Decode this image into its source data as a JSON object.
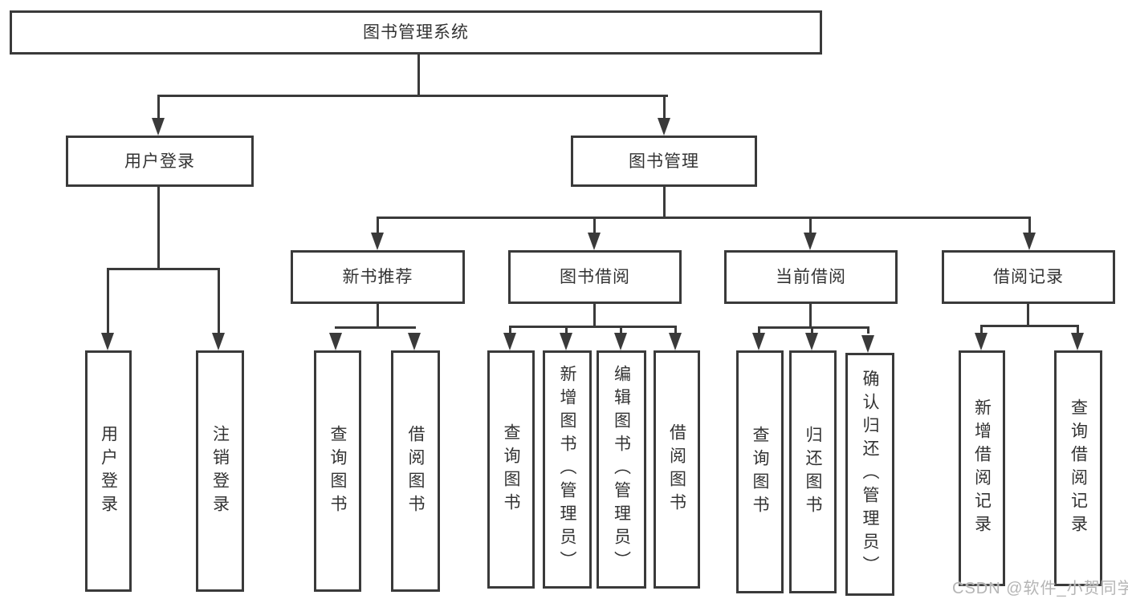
{
  "diagram_title": "图书管理系统",
  "nodes": {
    "root": {
      "label": "图书管理系统"
    },
    "userLogin": {
      "label": "用户登录"
    },
    "bookMgmt": {
      "label": "图书管理"
    },
    "newBookRec": {
      "label": "新书推荐"
    },
    "bookBorrow": {
      "label": "图书借阅"
    },
    "currentBorrow": {
      "label": "当前借阅"
    },
    "borrowRecords": {
      "label": "借阅记录"
    },
    "leafUserLogin": {
      "label": "用户登录"
    },
    "leafLogout": {
      "label": "注销登录"
    },
    "leafQueryBook1": {
      "label": "查询图书"
    },
    "leafBorrowBook1": {
      "label": "借阅图书"
    },
    "leafQueryBook2": {
      "label": "查询图书"
    },
    "leafAddBook": {
      "label": "新增图书（管理员）"
    },
    "leafEditBook": {
      "label": "编辑图书（管理员）"
    },
    "leafBorrowBook2": {
      "label": "借阅图书"
    },
    "leafQueryBook3": {
      "label": "查询图书"
    },
    "leafReturnBook": {
      "label": "归还图书"
    },
    "leafConfirmReturn": {
      "label": "确认归还（管理员）"
    },
    "leafAddRecord": {
      "label": "新增借阅记录"
    },
    "leafQueryRecord": {
      "label": "查询借阅记录"
    }
  },
  "hierarchy": {
    "图书管理系统": {
      "用户登录": [
        "用户登录",
        "注销登录"
      ],
      "图书管理": {
        "新书推荐": [
          "查询图书",
          "借阅图书"
        ],
        "图书借阅": [
          "查询图书",
          "新增图书（管理员）",
          "编辑图书（管理员）",
          "借阅图书"
        ],
        "当前借阅": [
          "查询图书",
          "归还图书",
          "确认归还（管理员）"
        ],
        "借阅记录": [
          "新增借阅记录",
          "查询借阅记录"
        ]
      }
    }
  },
  "watermark": {
    "text": "CSDN @软件_小贺同学"
  },
  "colors": {
    "line": "#3a3a3a",
    "text": "#333333",
    "box_background": "#ffffff",
    "background": "#ffffff",
    "watermark": "#b5b5b5"
  }
}
